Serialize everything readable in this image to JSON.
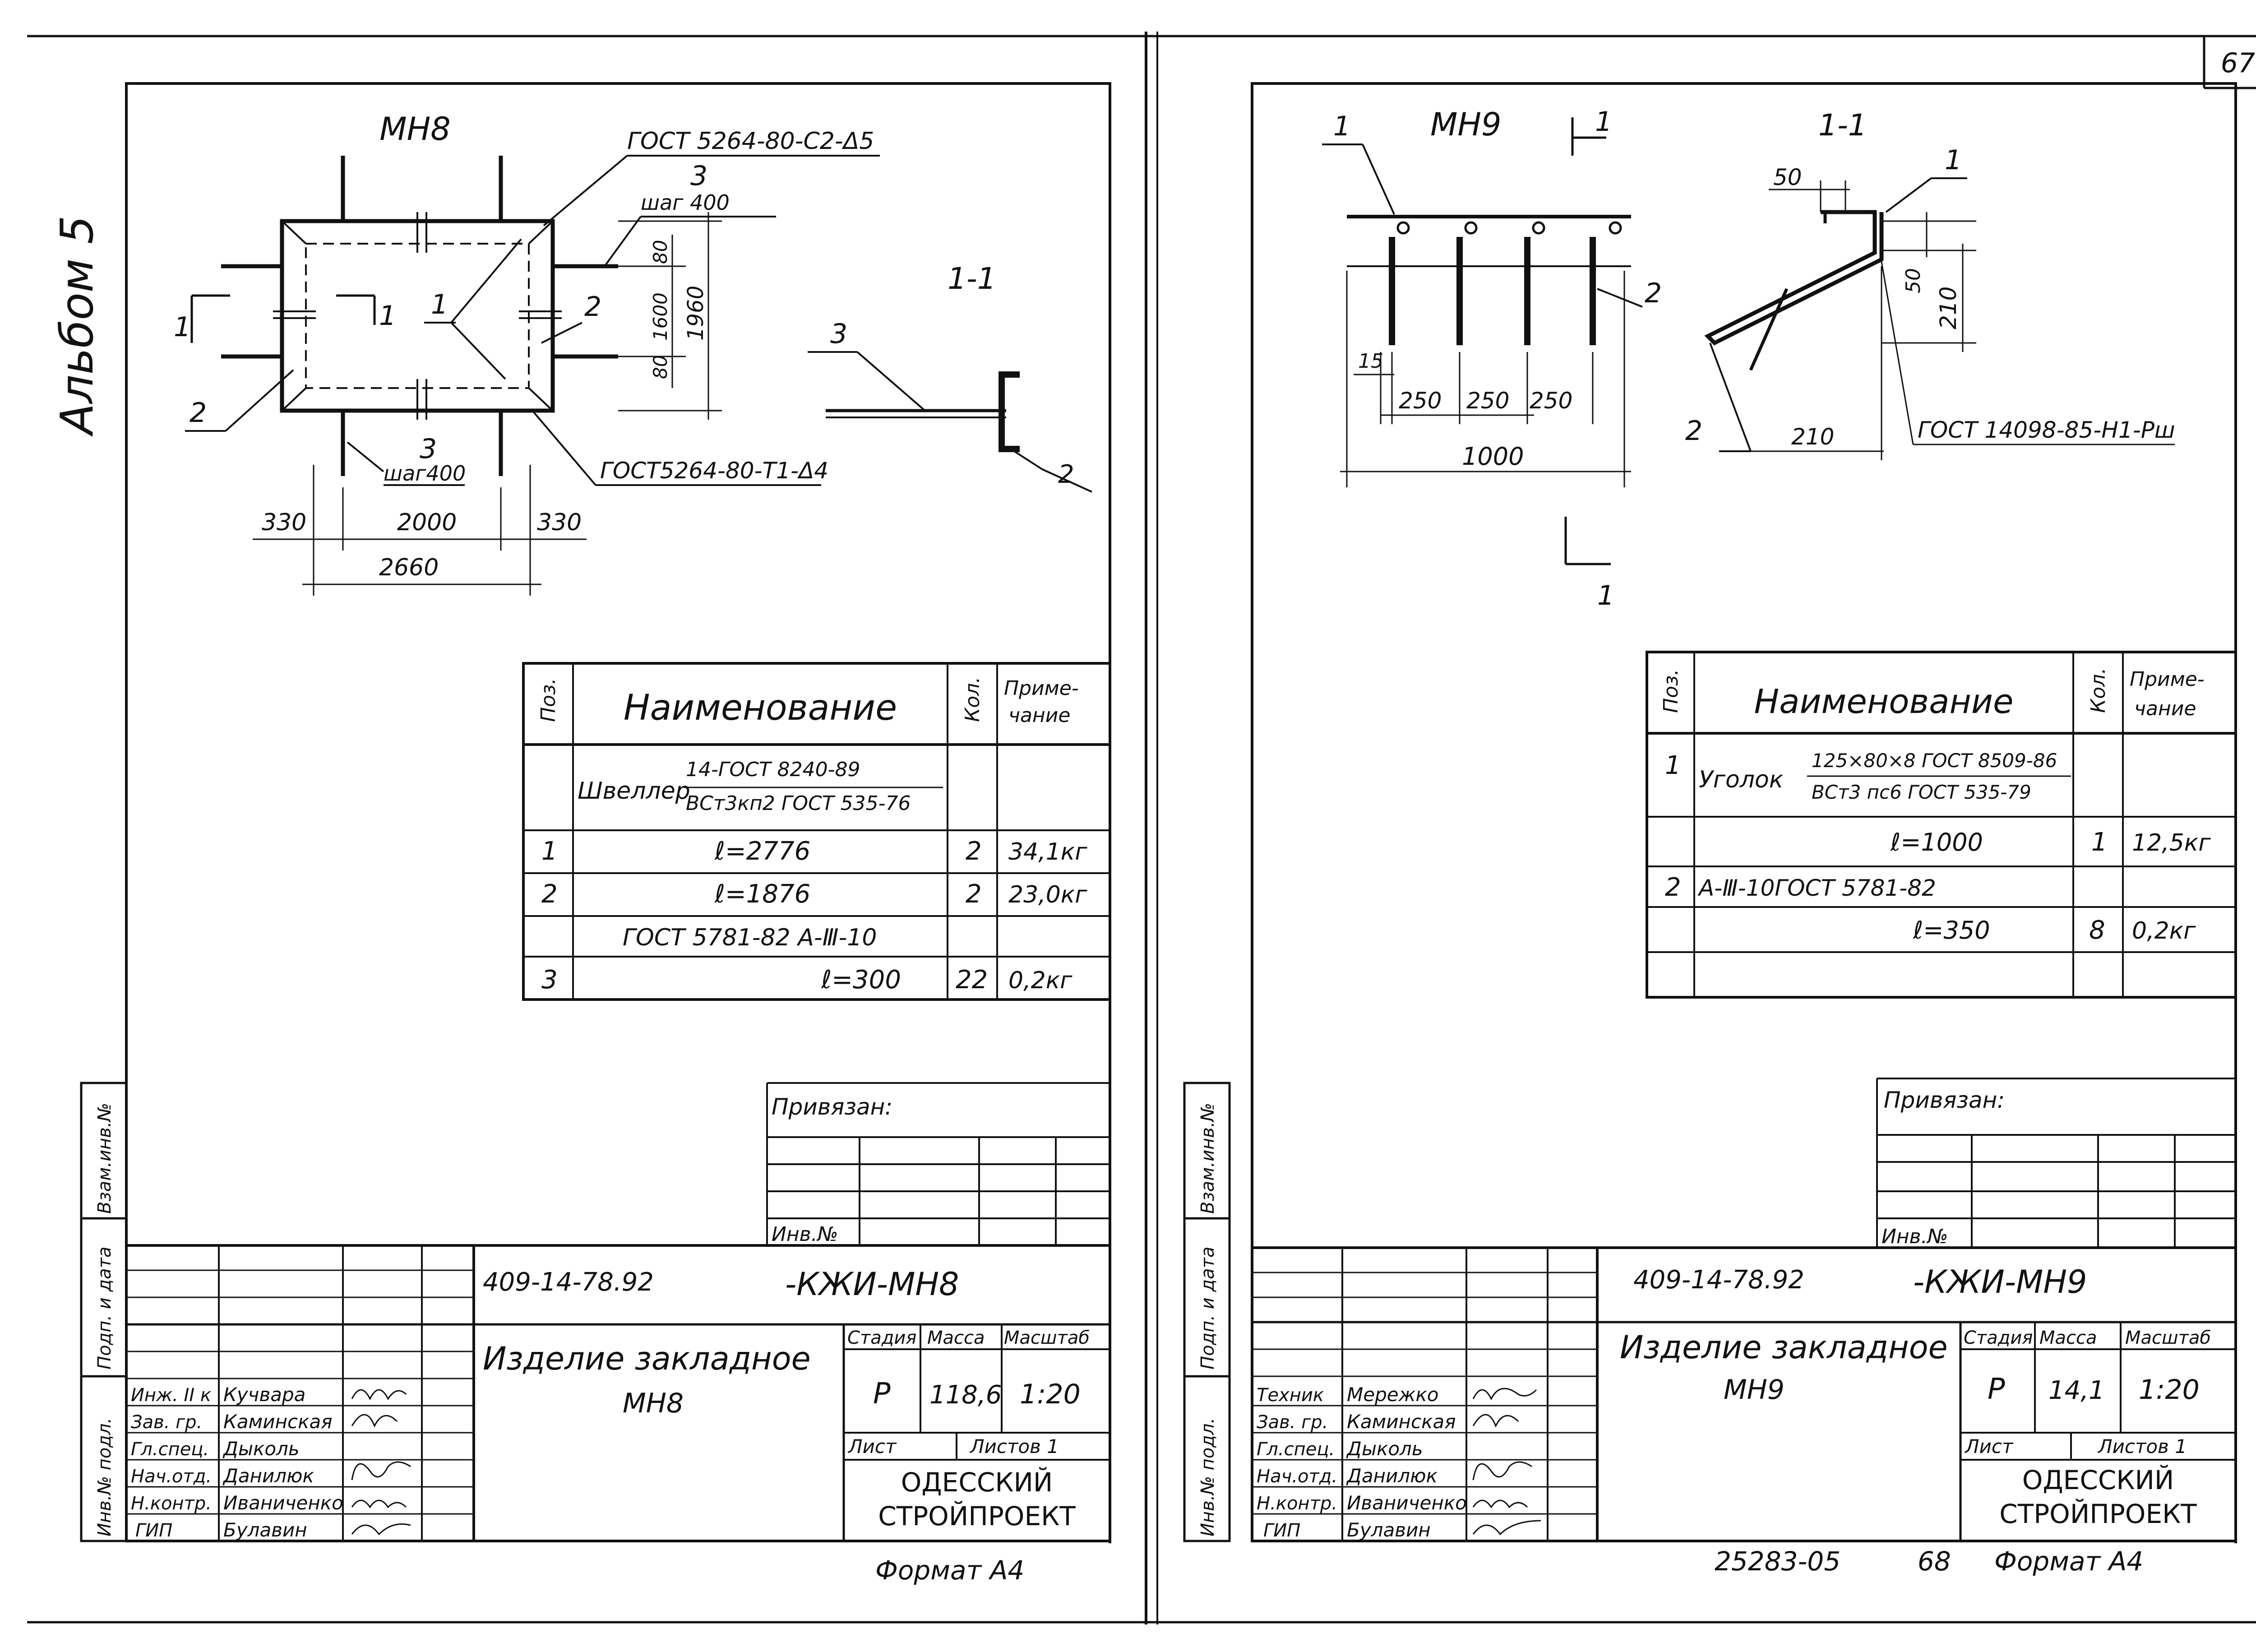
{
  "page_number": "67",
  "album": "Альбом 5",
  "left": {
    "mark": "МН8",
    "section_label": "1-1",
    "cut_mark": "1",
    "callouts": [
      "1",
      "2",
      "3",
      "2",
      "1",
      "2",
      "3"
    ],
    "gost_top": "ГОСТ 5264-80-С2-Δ5",
    "gost_bottom": "ГОСТ5264-80-Т1-Δ4",
    "step_top": "шаг 400",
    "step_bottom": "шаг400",
    "dims": [
      "330",
      "2000",
      "330",
      "2660",
      "80",
      "1600",
      "80",
      "1960"
    ],
    "spec": {
      "headers": [
        "Поз.",
        "Наименование",
        "Кол.",
        "Приме- чание"
      ],
      "rows": [
        {
          "pos": "",
          "name": "Швеллер",
          "num": "14-ГОСТ 8240-89",
          "den": "ВСт3кп2 ГОСТ 535-76",
          "qty": "",
          "note": ""
        },
        {
          "pos": "1",
          "name": "ℓ=2776",
          "qty": "2",
          "note": "34,1кг"
        },
        {
          "pos": "2",
          "name": "ℓ=1876",
          "qty": "2",
          "note": "23,0кг"
        },
        {
          "pos": "",
          "name": "ГОСТ 5781-82 А-Ⅲ-10",
          "qty": "",
          "note": ""
        },
        {
          "pos": "3",
          "name": "ℓ=300",
          "qty": "22",
          "note": "0,2кг"
        }
      ]
    },
    "privyazan": "Привязан:",
    "inv": "Инв.№",
    "code": "409-14-78.92",
    "code_suffix": "-КЖИ-МН8",
    "title": "Изделие закладное",
    "title_mark": "МН8",
    "stage_headers": [
      "Стадия",
      "Масса",
      "Масштаб"
    ],
    "stage_values": [
      "Р",
      "118,6",
      "1:20"
    ],
    "sheet_label": "Лист",
    "sheets_label": "Листов 1",
    "org_line1": "ОДЕССКИЙ",
    "org_line2": "СТРОЙПРОЕКТ",
    "format": "Формат А4",
    "staff": [
      [
        "Инж. II к",
        "Кучвара"
      ],
      [
        "Зав. гр.",
        "Каминская"
      ],
      [
        "Гл.спец.",
        "Дыколь"
      ],
      [
        "Нач.отд.",
        "Данилюк"
      ],
      [
        "Н.контр.",
        "Иваниченко"
      ],
      [
        "ГИП",
        "Булавин"
      ]
    ],
    "side_stamps": [
      "Взам.инв.№",
      "Подп. и дата",
      "Инв.№ подл."
    ]
  },
  "right": {
    "mark": "МН9",
    "section_label": "1-1",
    "cut_mark": "1",
    "callouts": [
      "1",
      "2",
      "1",
      "2"
    ],
    "gost": "ГОСТ 14098-85-Н1-Рш",
    "dims": [
      "15",
      "250",
      "250",
      "250",
      "1000",
      "50",
      "50",
      "210",
      "210"
    ],
    "spec": {
      "headers": [
        "Поз.",
        "Наименование",
        "Кол.",
        "Приме- чание"
      ],
      "rows": [
        {
          "pos": "1",
          "name": "Уголок",
          "num": "125×80×8 ГОСТ 8509-86",
          "den": "ВСт3 пс6 ГОСТ 535-79",
          "qty": "",
          "note": ""
        },
        {
          "pos": "",
          "name": "ℓ=1000",
          "qty": "1",
          "note": "12,5кг"
        },
        {
          "pos": "2",
          "name": "А-Ⅲ-10ГОСТ 5781-82",
          "qty": "",
          "note": ""
        },
        {
          "pos": "",
          "name": "ℓ=350",
          "qty": "8",
          "note": "0,2кг"
        }
      ]
    },
    "privyazan": "Привязан:",
    "inv": "Инв.№",
    "code": "409-14-78.92",
    "code_suffix": "-КЖИ-МН9",
    "title": "Изделие закладное",
    "title_mark": "МН9",
    "stage_headers": [
      "Стадия",
      "Масса",
      "Масштаб"
    ],
    "stage_values": [
      "Р",
      "14,1",
      "1:20"
    ],
    "sheet_label": "Лист",
    "sheets_label": "Листов 1",
    "org_line1": "ОДЕССКИЙ",
    "org_line2": "СТРОЙПРОЕКТ",
    "format": "Формат А4",
    "footer_code": "25283-05",
    "footer_page": "68",
    "staff": [
      [
        "Техник",
        "Мережко"
      ],
      [
        "Зав. гр.",
        "Каминская"
      ],
      [
        "Гл.спец.",
        "Дыколь"
      ],
      [
        "Нач.отд.",
        "Данилюк"
      ],
      [
        "Н.контр.",
        "Иваниченко"
      ],
      [
        "ГИП",
        "Булавин"
      ]
    ],
    "side_stamps": [
      "Взам.инв.№",
      "Подп. и дата",
      "Инв.№ подл."
    ]
  }
}
